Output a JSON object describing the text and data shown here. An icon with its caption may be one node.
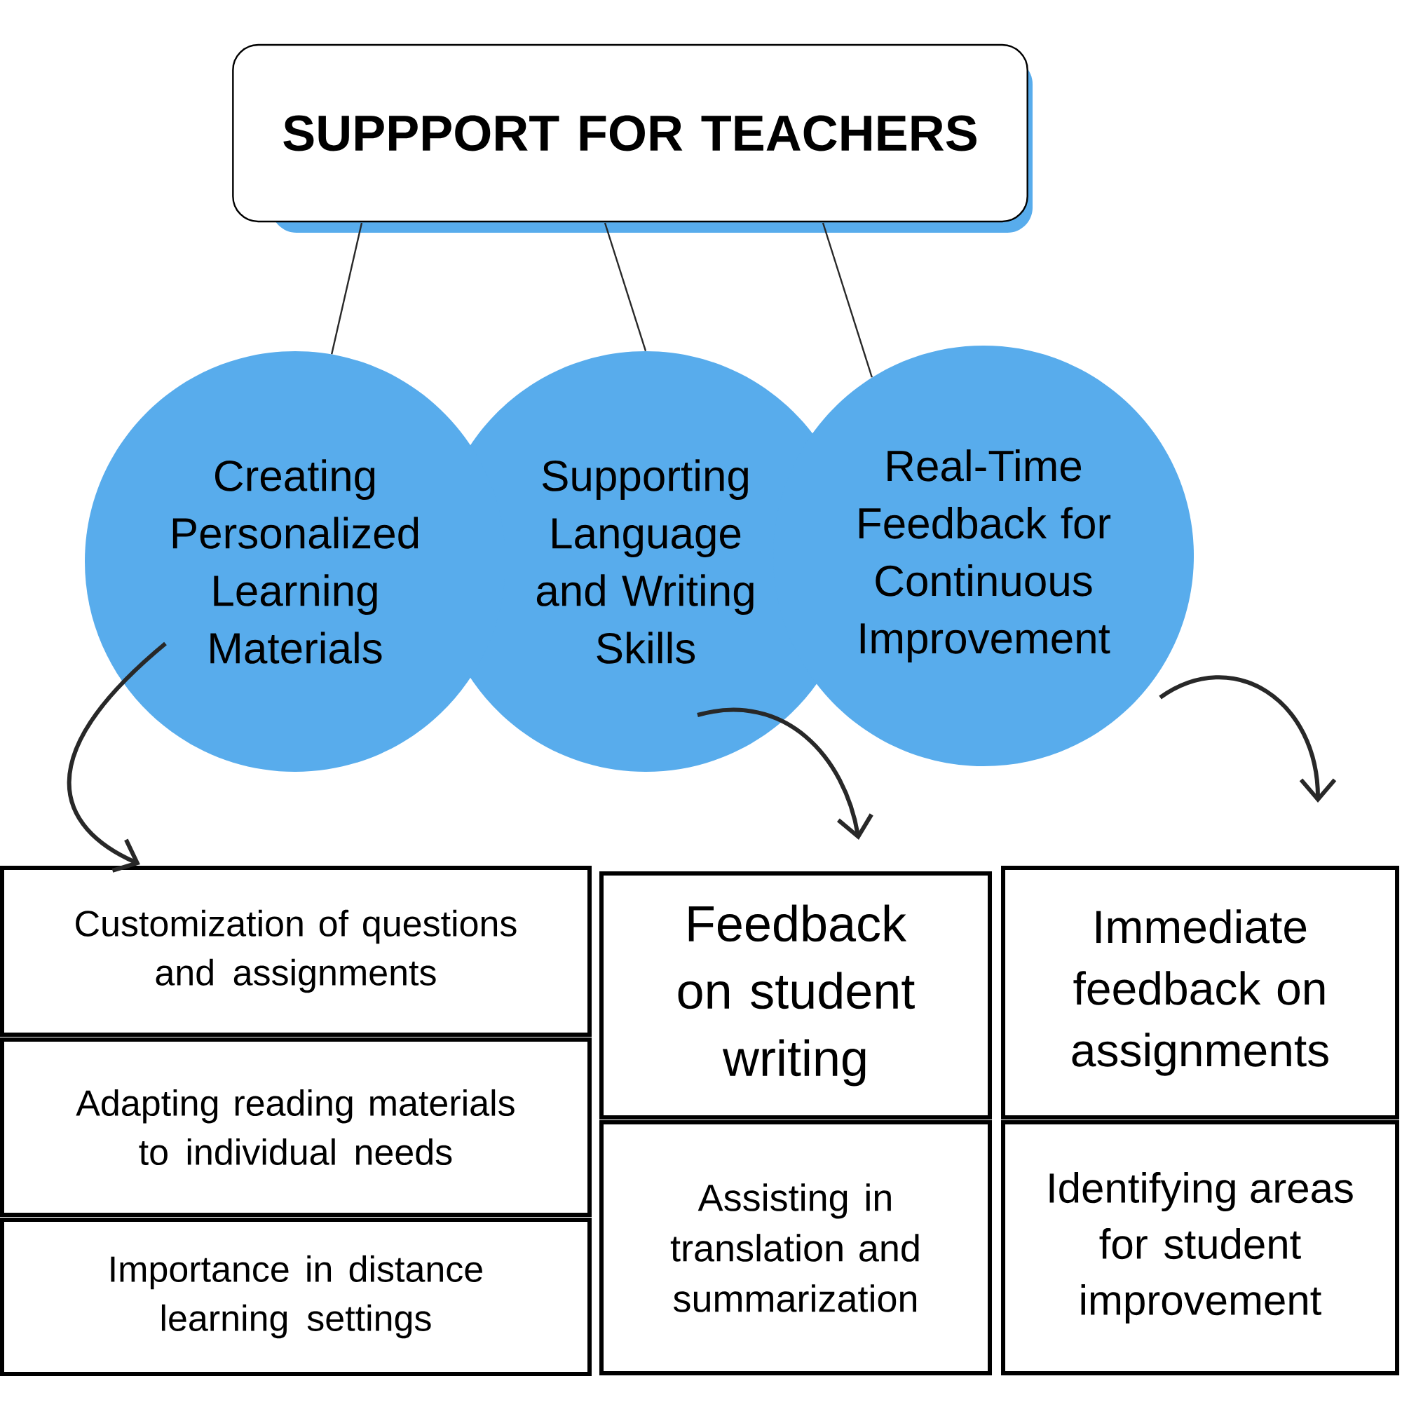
{
  "diagram": {
    "nodes": [
      {
        "text": [
          "SUPPPORT FOR TEACHERS"
        ]
      },
      {
        "text": [
          "Creating Personalized Learning Materials"
        ]
      },
      {
        "text": [
          "Supporting Language and Writing Skills"
        ]
      },
      {
        "text": [
          "Real-Time Feedback for Continuous Improvement"
        ]
      },
      {
        "text": [
          "Customization of questions and assignments"
        ]
      },
      {
        "text": [
          "Adapting reading materials to individual needs"
        ]
      },
      {
        "text": [
          "Importance in distance learning settings"
        ]
      },
      {
        "text": [
          "Feedback on student writing"
        ]
      },
      {
        "text": [
          "Assisting in translation and summarization"
        ]
      },
      {
        "text": [
          "Immediate feedback on assignments"
        ]
      },
      {
        "text": [
          "Identifying areas for student improvement"
        ]
      }
    ],
    "edges": [
      {
        "from": 0,
        "to": 1,
        "arrow": "none"
      },
      {
        "from": 0,
        "to": 2,
        "arrow": "none"
      },
      {
        "from": 0,
        "to": 3,
        "arrow": "none"
      },
      {
        "from": 1,
        "to": 4,
        "arrow": "to",
        "style": "thick"
      },
      {
        "from": 2,
        "to": 7,
        "arrow": "to",
        "style": "thick"
      },
      {
        "from": 3,
        "to": 9,
        "arrow": "to",
        "style": "thick"
      }
    ]
  }
}
